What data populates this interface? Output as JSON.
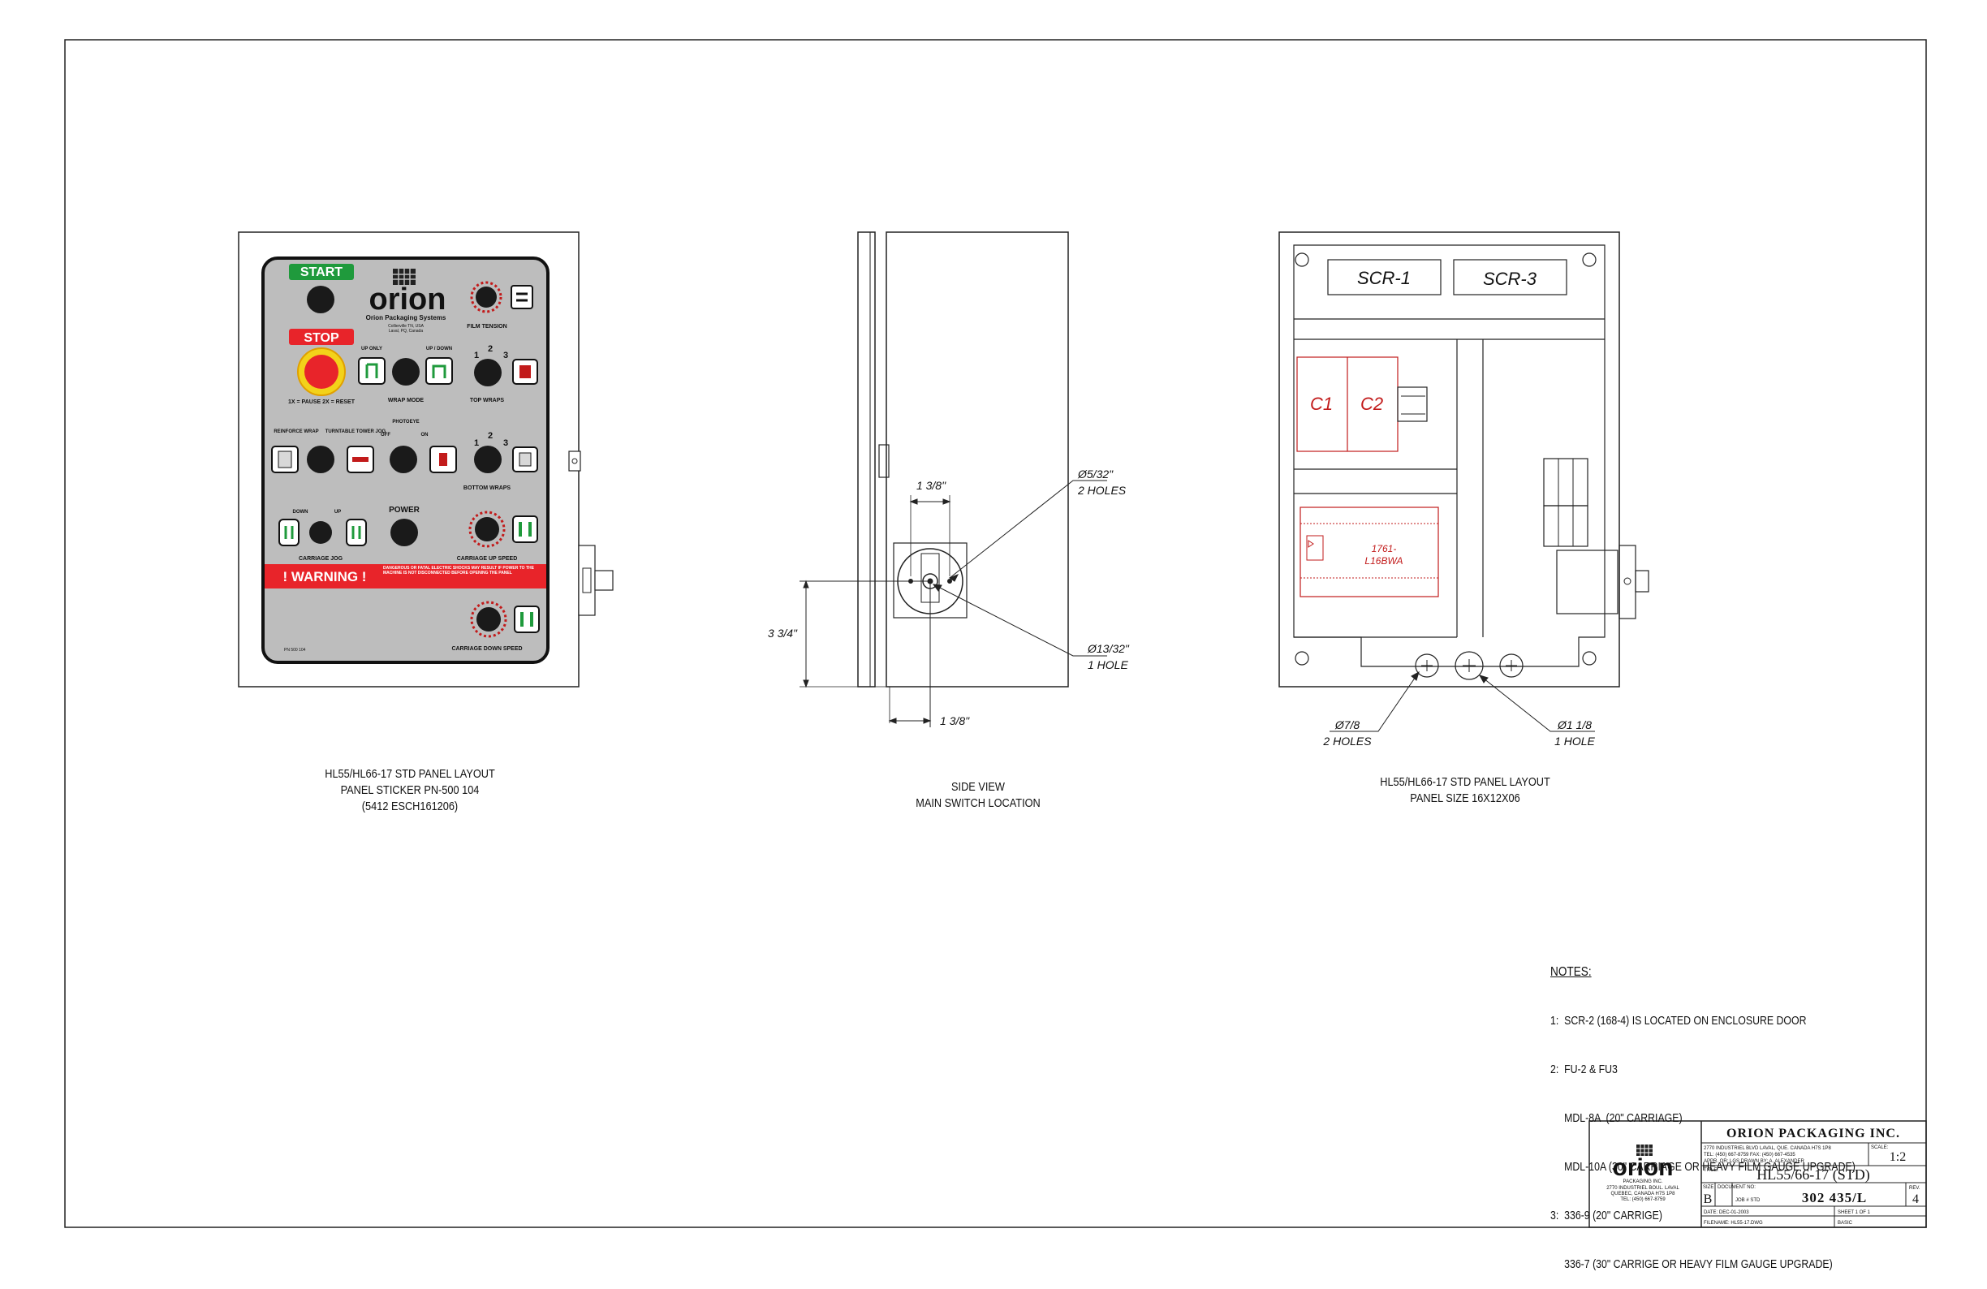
{
  "panel_sticker": {
    "start": "START",
    "stop": "STOP",
    "brand": "orion",
    "brand_sub": "Orion Packaging Systems",
    "brand_loc1": "Collierville TN, USA",
    "brand_loc2": "Laval, PQ, Canada",
    "film_tension": "FILM TENSION",
    "up_only": "UP ONLY",
    "up_down": "UP / DOWN",
    "wrap_mode": "WRAP MODE",
    "top_wraps": "TOP WRAPS",
    "n1": "1",
    "n2": "2",
    "n3": "3",
    "pause_reset": "1X = PAUSE  2X = RESET",
    "reinforce_wrap": "REINFORCE WRAP",
    "turntable_jog": "TURNTABLE TOWER JOG",
    "photoeye": "PHOTOEYE",
    "off": "OFF",
    "on": "ON",
    "bottom_wraps": "BOTTOM WRAPS",
    "down": "DOWN",
    "up": "UP",
    "power": "POWER",
    "carriage_jog": "CARRIAGE JOG",
    "carriage_up_speed": "CARRIAGE UP SPEED",
    "warning": "! WARNING !",
    "warning_text": "DANGEROUS OR FATAL ELECTRIC SHOCKS MAY RESULT IF POWER TO THE MACHINE IS NOT DISCONNECTED BEFORE OPENING THE PANEL",
    "carriage_down_speed": "CARRIAGE DOWN SPEED",
    "pn": "PN 500 104"
  },
  "side_view": {
    "dim_top": "1 3/8\"",
    "dim_left": "3 3/4\"",
    "dim_bottom": "1 3/8\"",
    "hole_small_1": "Ø5/32\"",
    "hole_small_2": "2 HOLES",
    "hole_large_1": "Ø13/32\"",
    "hole_large_2": "1 HOLE"
  },
  "panel_layout": {
    "scr1": "SCR-1",
    "scr3": "SCR-3",
    "c1": "C1",
    "c2": "C2",
    "plc_1": "1761-",
    "plc_2": "L16BWA",
    "dim_left_1": "Ø7/8",
    "dim_left_2": "2 HOLES",
    "dim_right_1": "Ø1 1/8",
    "dim_right_2": "1 HOLE"
  },
  "captions": {
    "left_1": "HL55/HL66-17 STD PANEL LAYOUT",
    "left_2": "PANEL STICKER PN-500 104",
    "left_3": "(5412 ESCH161206)",
    "mid_1": "SIDE VIEW",
    "mid_2": "MAIN SWITCH LOCATION",
    "right_1": "HL55/HL66-17 STD PANEL LAYOUT",
    "right_2": "PANEL SIZE 16X12X06"
  },
  "notes": {
    "title": "NOTES:",
    "n1": "1:  SCR-2 (168-4) IS LOCATED ON ENCLOSURE DOOR",
    "n2": "2:  FU-2 & FU3",
    "n2a": "     MDL-8A  (20\" CARRIAGE)",
    "n2b": "     MDL-10A (30\" CARRIAGE OR HEAVY FILM GAUGE UPGRADE)",
    "n3": "3:  336-9 (20\" CARRIGE)",
    "n3a": "     336-7 (30\" CARRIGE OR HEAVY FILM GAUGE UPGRADE)"
  },
  "title_block": {
    "company": "ORION PACKAGING INC.",
    "addr1": "2770 INDUSTRIEL BLVD LAVAL, QUE. CANADA H7S 1P8",
    "addr2": "TEL: (450) 667-8759     FAX: (450) 667-4535",
    "appr": "APPR. OR: LGS     DRAWN BY: A. ALEXANDER",
    "scale_lbl": "SCALE:",
    "scale": "1:2",
    "title_lbl": "TITLE:",
    "title": "HL55/66-17 (STD)",
    "size_lbl": "SIZE",
    "size": "B",
    "docno_lbl": "DOCUMENT NO:",
    "job": "JOB # STD",
    "docno": "302 435/L",
    "rev_lbl": "REV.",
    "rev": "4",
    "date": "DATE:  DEC-01-2003",
    "sheet": "SHEET  1  OF  1",
    "filename": "FILENAME:  HL55-17.DWG",
    "basic": "BASIC",
    "logo": "orion",
    "logo_sub": "PACKAGING INC.",
    "logo_a1": "2770 INDUSTRIEL BOUL. LAVAL",
    "logo_a2": "QUEBEC, CANADA H7S 1P8",
    "logo_a3": "TEL: (450) 667-8759"
  },
  "colors": {
    "panel_gray": "#bdbdbd",
    "start_green": "#1f9a3c",
    "stop_red": "#e8242a",
    "warning_red": "#e8242a",
    "plc_red": "#d2202a"
  }
}
